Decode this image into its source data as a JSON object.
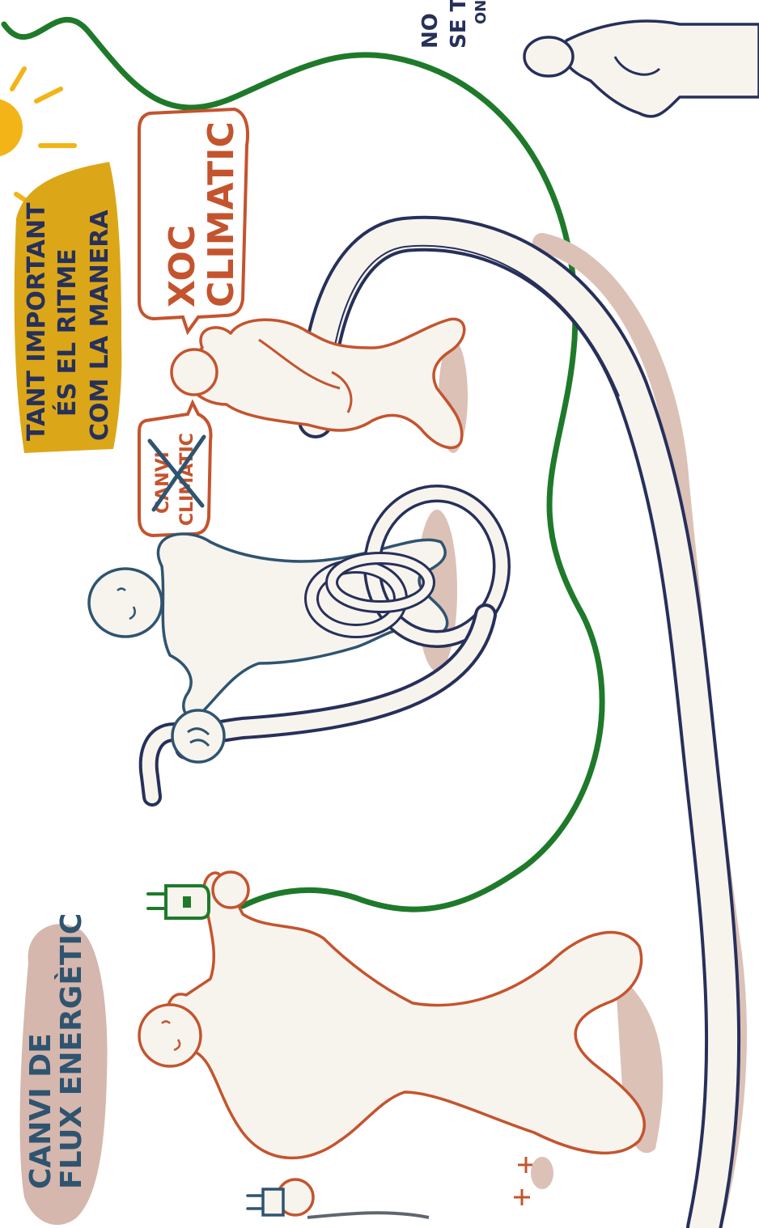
{
  "notes": {
    "top_right": {
      "lines": [
        "NO",
        "SE T'ESTA",
        "ON"
      ]
    },
    "yellow_box": {
      "lines": [
        "TANT IMPORTANT",
        "ÉS EL RITME",
        "COM LA MANERA"
      ]
    },
    "xoc": {
      "lines": [
        "XOC",
        "CLIMATIC"
      ]
    },
    "canvi_crossed": {
      "lines": [
        "CANVI",
        "CLIMATIC"
      ]
    },
    "title_blob": {
      "lines": [
        "CANVI DE",
        "FLUX ENERGÈTIC"
      ]
    }
  },
  "colors": {
    "green": "#1e7a2a",
    "navy": "#27305a",
    "orange": "#c4542e",
    "teal": "#2f5470",
    "yellow": "#dba719",
    "sun": "#f2b417",
    "blob": "#d6b7ad",
    "shadow": "#dcc1b7",
    "body_fill": "#f7f4ee"
  }
}
